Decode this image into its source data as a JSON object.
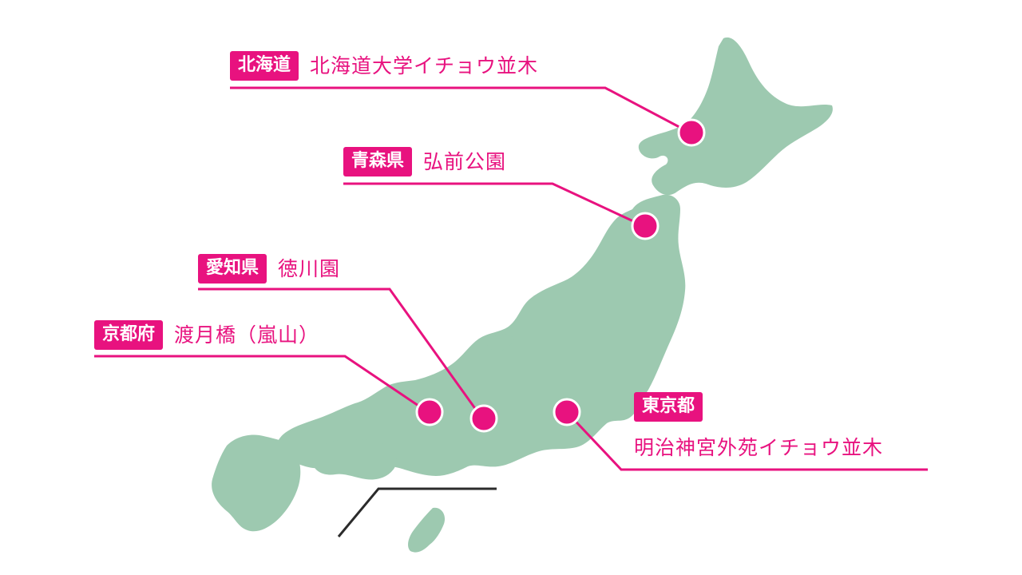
{
  "colors": {
    "accent": "#e8127f",
    "land": "#9dc9b0",
    "inset_line": "#2b2b2b",
    "background": "#ffffff"
  },
  "locations": {
    "hokkaido": {
      "prefecture": "北海道",
      "place": "北海道大学イチョウ並木"
    },
    "aomori": {
      "prefecture": "青森県",
      "place": "弘前公園"
    },
    "aichi": {
      "prefecture": "愛知県",
      "place": "徳川園"
    },
    "kyoto": {
      "prefecture": "京都府",
      "place": "渡月橋（嵐山）"
    },
    "tokyo": {
      "prefecture": "東京都",
      "place": "明治神宮外苑イチョウ並木"
    }
  }
}
